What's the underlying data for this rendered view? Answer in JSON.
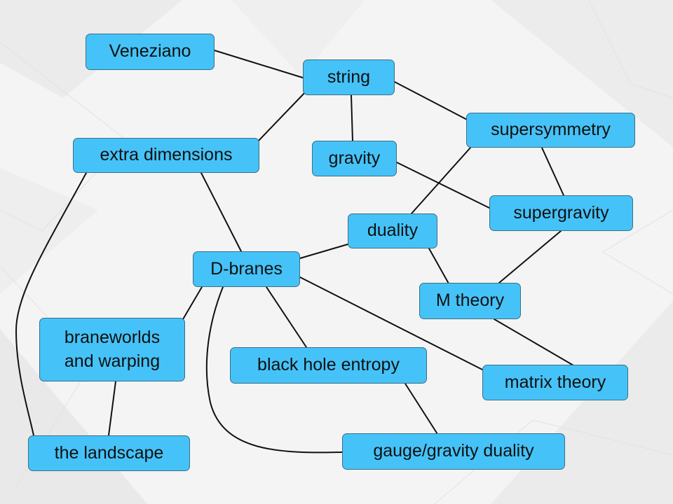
{
  "diagram": {
    "nodes": [
      {
        "id": "veneziano",
        "label": "Veneziano"
      },
      {
        "id": "string",
        "label": "string"
      },
      {
        "id": "supersymmetry",
        "label": "supersymmetry"
      },
      {
        "id": "extra-dimensions",
        "label": "extra dimensions"
      },
      {
        "id": "gravity",
        "label": "gravity"
      },
      {
        "id": "supergravity",
        "label": "supergravity"
      },
      {
        "id": "duality",
        "label": "duality"
      },
      {
        "id": "d-branes",
        "label": "D-branes"
      },
      {
        "id": "m-theory",
        "label": "M theory"
      },
      {
        "id": "braneworlds",
        "label_line1": "braneworlds",
        "label_line2": "and warping"
      },
      {
        "id": "black-hole-entropy",
        "label": "black hole entropy"
      },
      {
        "id": "matrix-theory",
        "label": "matrix theory"
      },
      {
        "id": "the-landscape",
        "label": "the landscape"
      },
      {
        "id": "gauge-gravity-duality",
        "label": "gauge/gravity duality"
      }
    ],
    "edges": [
      [
        "veneziano",
        "string"
      ],
      [
        "string",
        "gravity"
      ],
      [
        "string",
        "extra-dimensions"
      ],
      [
        "string",
        "supersymmetry"
      ],
      [
        "supersymmetry",
        "supergravity"
      ],
      [
        "supersymmetry",
        "duality"
      ],
      [
        "gravity",
        "supergravity"
      ],
      [
        "supergravity",
        "m-theory"
      ],
      [
        "extra-dimensions",
        "d-branes"
      ],
      [
        "extra-dimensions",
        "the-landscape"
      ],
      [
        "duality",
        "d-branes"
      ],
      [
        "duality",
        "m-theory"
      ],
      [
        "d-branes",
        "braneworlds"
      ],
      [
        "d-branes",
        "black-hole-entropy"
      ],
      [
        "d-branes",
        "matrix-theory"
      ],
      [
        "d-branes",
        "gauge-gravity-duality"
      ],
      [
        "m-theory",
        "matrix-theory"
      ],
      [
        "braneworlds",
        "the-landscape"
      ],
      [
        "black-hole-entropy",
        "gauge-gravity-duality"
      ]
    ],
    "colors": {
      "node_fill": "#45c3f8",
      "node_border": "#3a6f86",
      "edge": "#111111"
    }
  }
}
